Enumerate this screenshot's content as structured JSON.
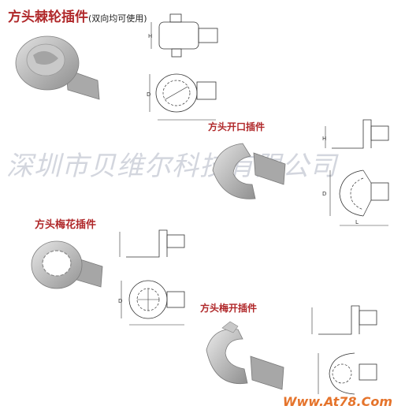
{
  "sections": [
    {
      "title": "方头棘轮插件",
      "note": "(双向均可使用)"
    },
    {
      "title": "方头开口插件"
    },
    {
      "title": "方头梅花插件"
    },
    {
      "title": "方头梅开插件"
    }
  ],
  "watermark": "深圳市贝维尔科技有限公司",
  "footer": "Www.At78.Com",
  "dimension_labels": {
    "h": "H",
    "d": "D",
    "l": "L"
  },
  "colors": {
    "title": "#b0282a",
    "footer": "#e5742c",
    "watermark": "#c5c9d4",
    "metal": "#b8b8b8"
  }
}
